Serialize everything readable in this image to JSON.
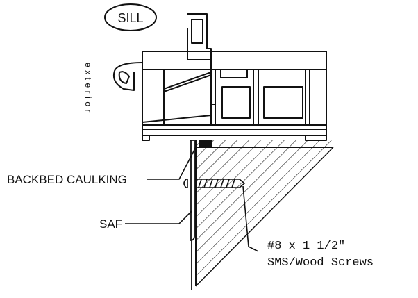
{
  "drawing": {
    "title_badge": "SILL",
    "side_label": "exterior",
    "callouts": {
      "caulking": "BACKBED CAULKING",
      "saf": "SAF",
      "screw_line1": "#8 x 1 1/2\"",
      "screw_line2": "SMS/Wood Screws"
    }
  },
  "colors": {
    "ink": "#111111",
    "background": "#ffffff"
  }
}
